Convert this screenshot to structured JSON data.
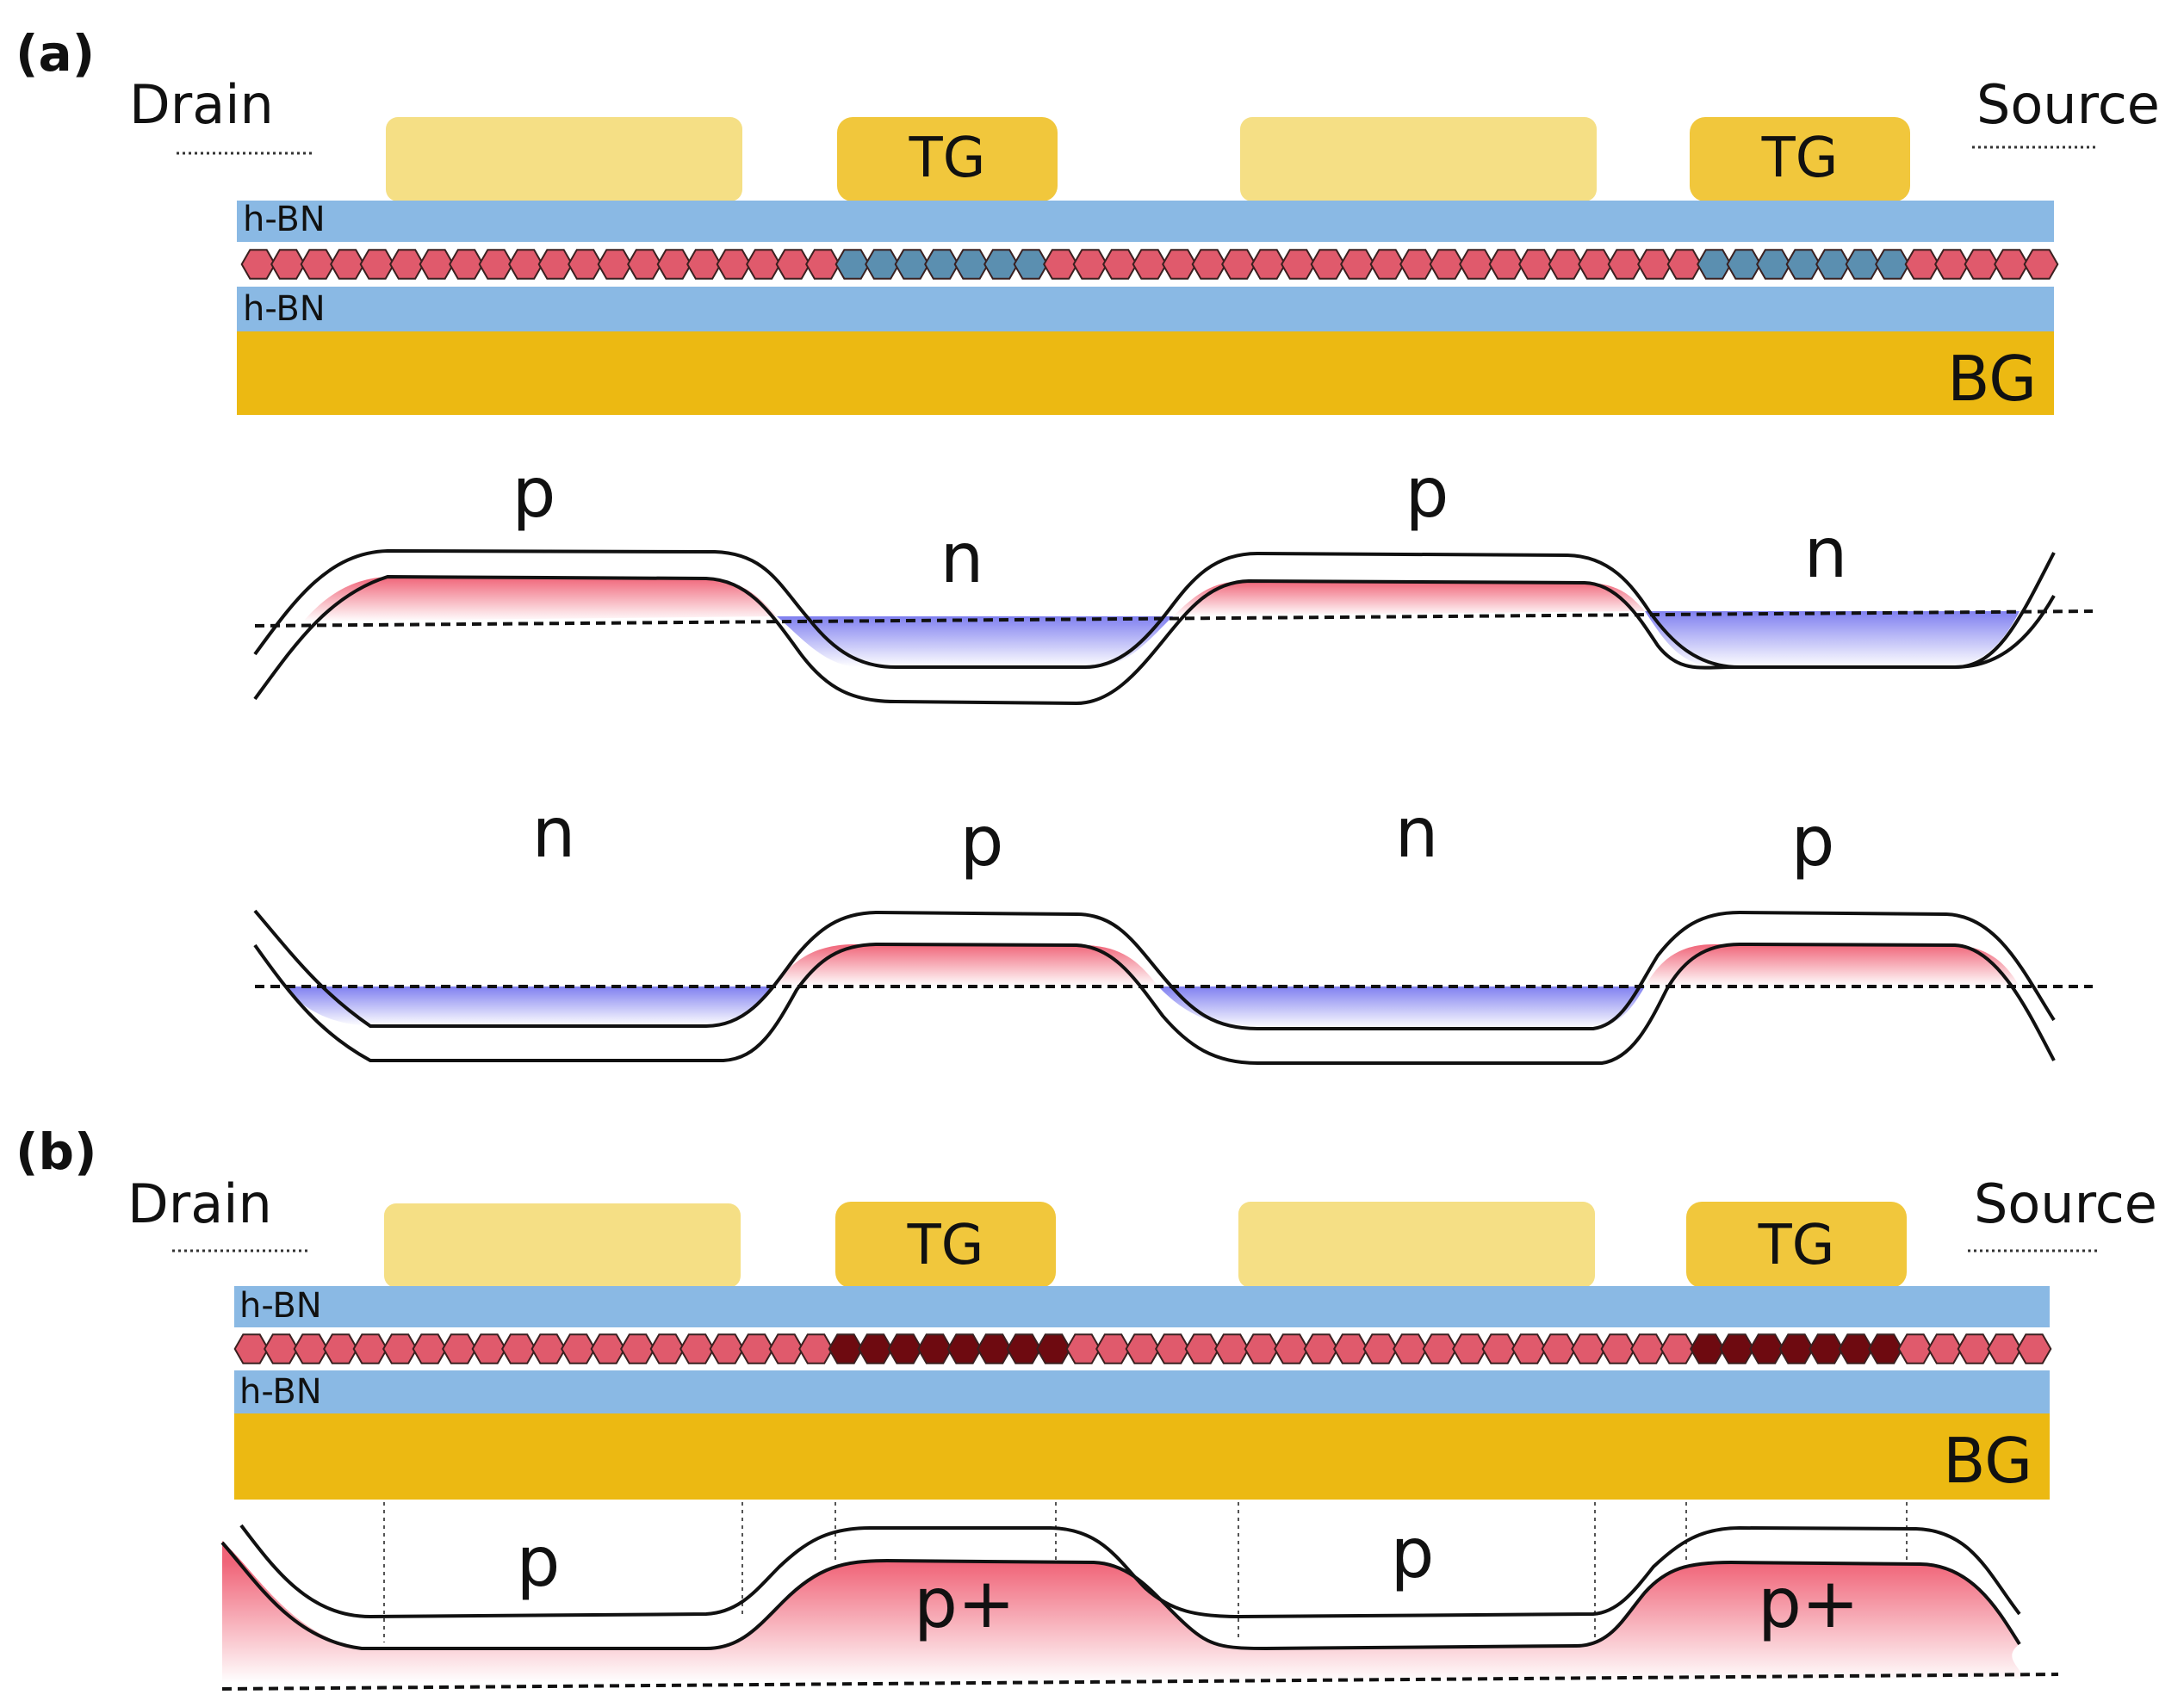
{
  "panel_a": {
    "label": "(a)",
    "drain": "Drain",
    "source": "Source",
    "top_gate_1": "TG",
    "top_gate_2": "TG",
    "hbn_top": "h-BN",
    "hbn_bottom": "h-BN",
    "back_gate": "BG",
    "profile_1": [
      "p",
      "n",
      "p",
      "n"
    ],
    "profile_2": [
      "n",
      "p",
      "n",
      "p"
    ]
  },
  "panel_b": {
    "label": "(b)",
    "drain": "Drain",
    "source": "Source",
    "top_gate_1": "TG",
    "top_gate_2": "TG",
    "hbn_top": "h-BN",
    "hbn_bottom": "h-BN",
    "back_gate": "BG",
    "profile": [
      "p",
      "p+",
      "p",
      "p+"
    ]
  },
  "colors": {
    "hbn": "#8ab9e4",
    "back_gate": "#ecb912",
    "top_gate": "#f1c73c",
    "side_gate": "#f5df85",
    "hex_red": "#e05a6c",
    "hex_blue": "#5b8fb0",
    "hex_dark": "#6e0a10",
    "fill_p": "#f06478",
    "fill_n": "#8080f0"
  }
}
